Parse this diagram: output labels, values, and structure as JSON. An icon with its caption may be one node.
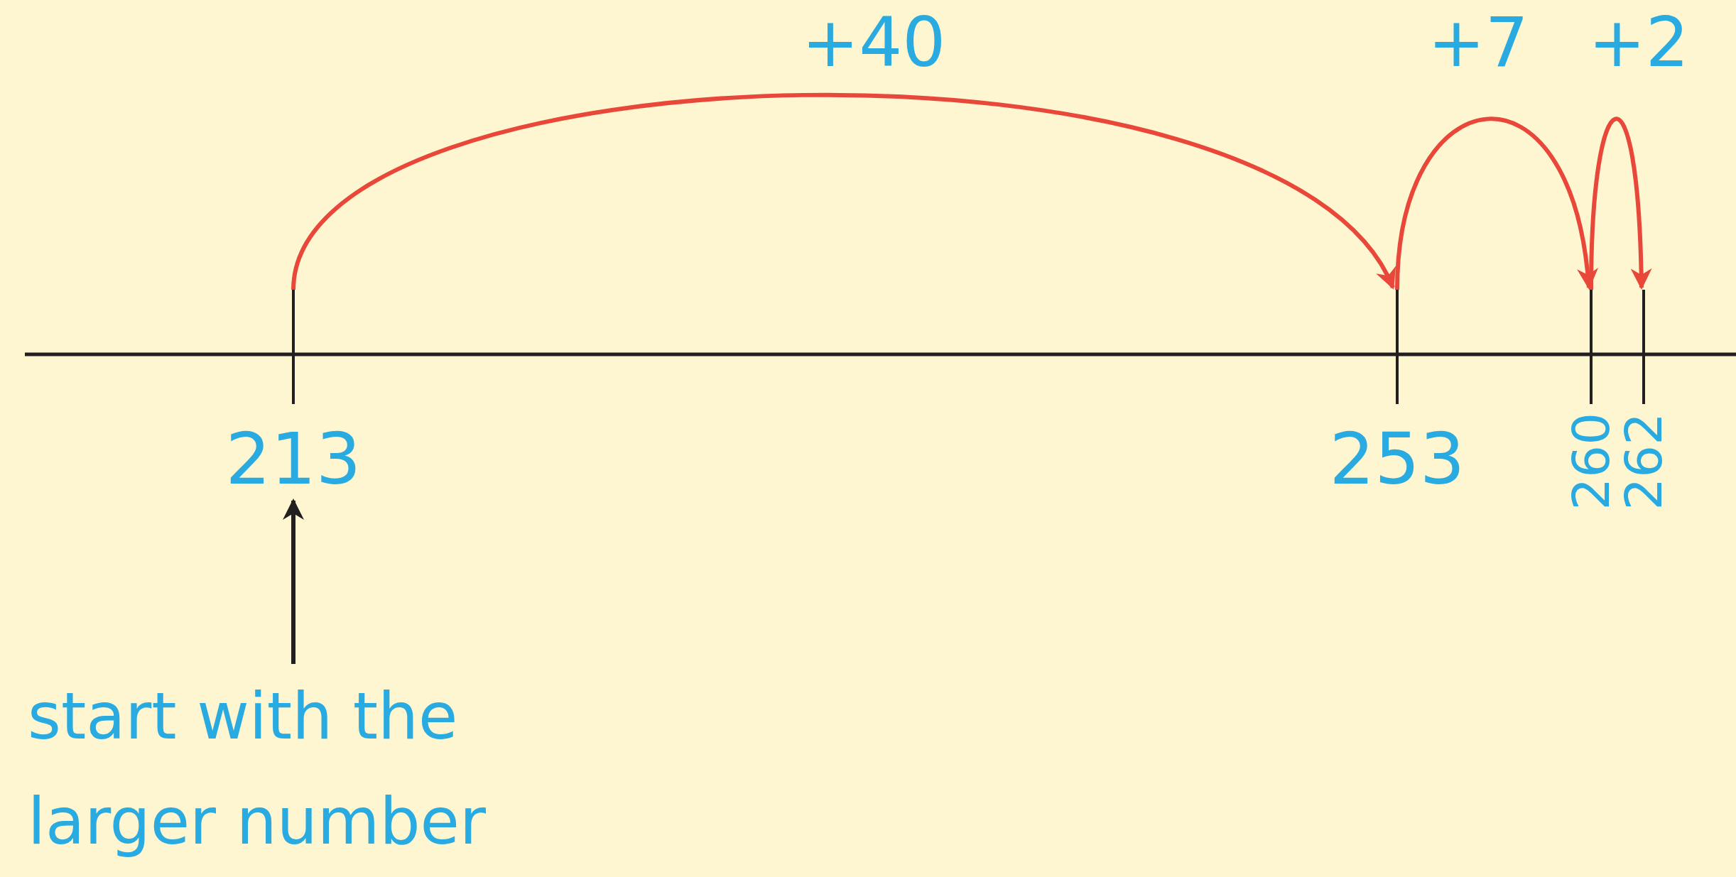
{
  "diagram": {
    "nodes": [
      {
        "text": [
          "213"
        ]
      },
      {
        "text": [
          "253"
        ]
      },
      {
        "text": [
          "260"
        ]
      },
      {
        "text": [
          "262"
        ]
      },
      {
        "text": [
          "start with the larger number"
        ]
      }
    ],
    "edges": [
      {
        "from": 0,
        "to": 1,
        "arrow": "to",
        "label": "+40",
        "color": "#e8473a"
      },
      {
        "from": 1,
        "to": 2,
        "arrow": "to",
        "label": "+7",
        "color": "#e8473a"
      },
      {
        "from": 2,
        "to": 3,
        "arrow": "to",
        "label": "+2",
        "color": "#e8473a"
      },
      {
        "from": 4,
        "to": 0,
        "arrow": "to",
        "color": "#231f20"
      }
    ]
  }
}
